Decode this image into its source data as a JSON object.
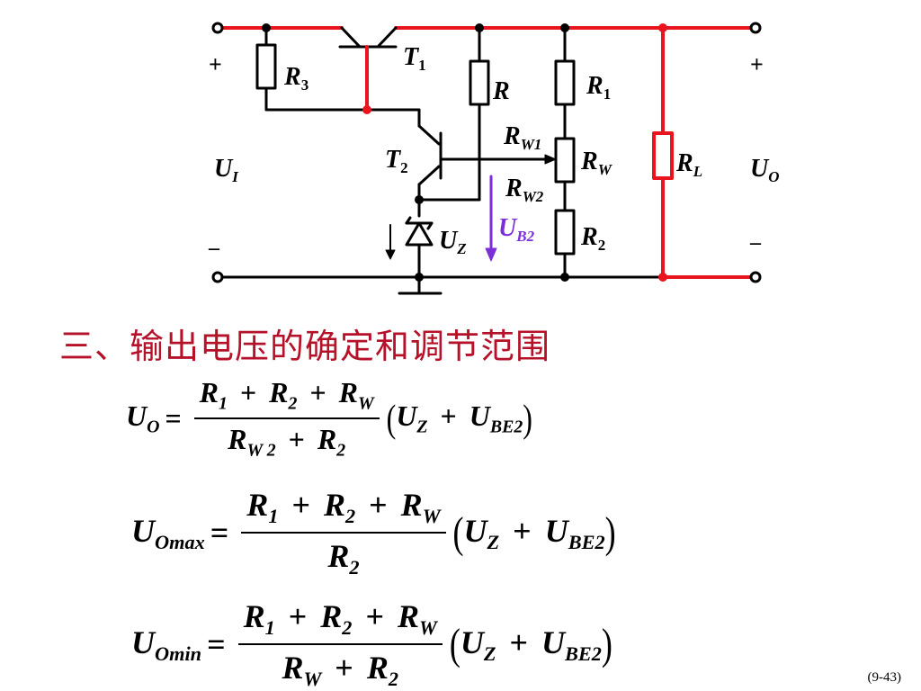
{
  "slide": {
    "heading": "三、输出电压的确定和调节范围",
    "page_number": "(9-43)"
  },
  "circuit": {
    "input_plus": "+",
    "input_minus": "–",
    "output_plus": "+",
    "output_minus": "–",
    "label_UI": "U",
    "label_UI_sub": "I",
    "label_UO": "U",
    "label_UO_sub": "O",
    "label_T1": "T",
    "label_T1_sub": "1",
    "label_T2": "T",
    "label_T2_sub": "2",
    "label_R3": "R",
    "label_R3_sub": "3",
    "label_R": "R",
    "label_R1": "R",
    "label_R1_sub": "1",
    "label_RW": "R",
    "label_RW_sub": "W",
    "label_RW1": "R",
    "label_RW1_sub": "W1",
    "label_RW2": "R",
    "label_RW2_sub": "W2",
    "label_R2": "R",
    "label_R2_sub": "2",
    "label_RL": "R",
    "label_RL_sub": "L",
    "label_UZ": "U",
    "label_UZ_sub": "Z",
    "label_UB2": "U",
    "label_UB2_sub": "B2",
    "colors": {
      "highlight": "#e8141e",
      "wire": "#000000",
      "arrow": "#7b2fd9",
      "heading": "#b5122a"
    }
  },
  "formulas": {
    "eq1": {
      "lhs": "U",
      "lhs_sub": "O",
      "eq": "=",
      "num": [
        "R",
        "1",
        "+",
        "R",
        "2",
        "+",
        "R",
        "W"
      ],
      "den": [
        "R",
        "W 2",
        "+",
        "R",
        "2"
      ],
      "rhs": [
        "U",
        "Z",
        "+",
        "U",
        "BE2"
      ]
    },
    "eq2": {
      "lhs": "U",
      "lhs_sub": "Omax",
      "eq": "=",
      "num": [
        "R",
        "1",
        "+",
        "R",
        "2",
        "+",
        "R",
        "W"
      ],
      "den": [
        "R",
        "2"
      ],
      "rhs": [
        "U",
        "Z",
        "+",
        "U",
        "BE2"
      ]
    },
    "eq3": {
      "lhs": "U",
      "lhs_sub": "Omin",
      "eq": "=",
      "num": [
        "R",
        "1",
        "+",
        "R",
        "2",
        "+",
        "R",
        "W"
      ],
      "den": [
        "R",
        "W",
        "+",
        "R",
        "2"
      ],
      "rhs": [
        "U",
        "Z",
        "+",
        "U",
        "BE2"
      ]
    }
  }
}
